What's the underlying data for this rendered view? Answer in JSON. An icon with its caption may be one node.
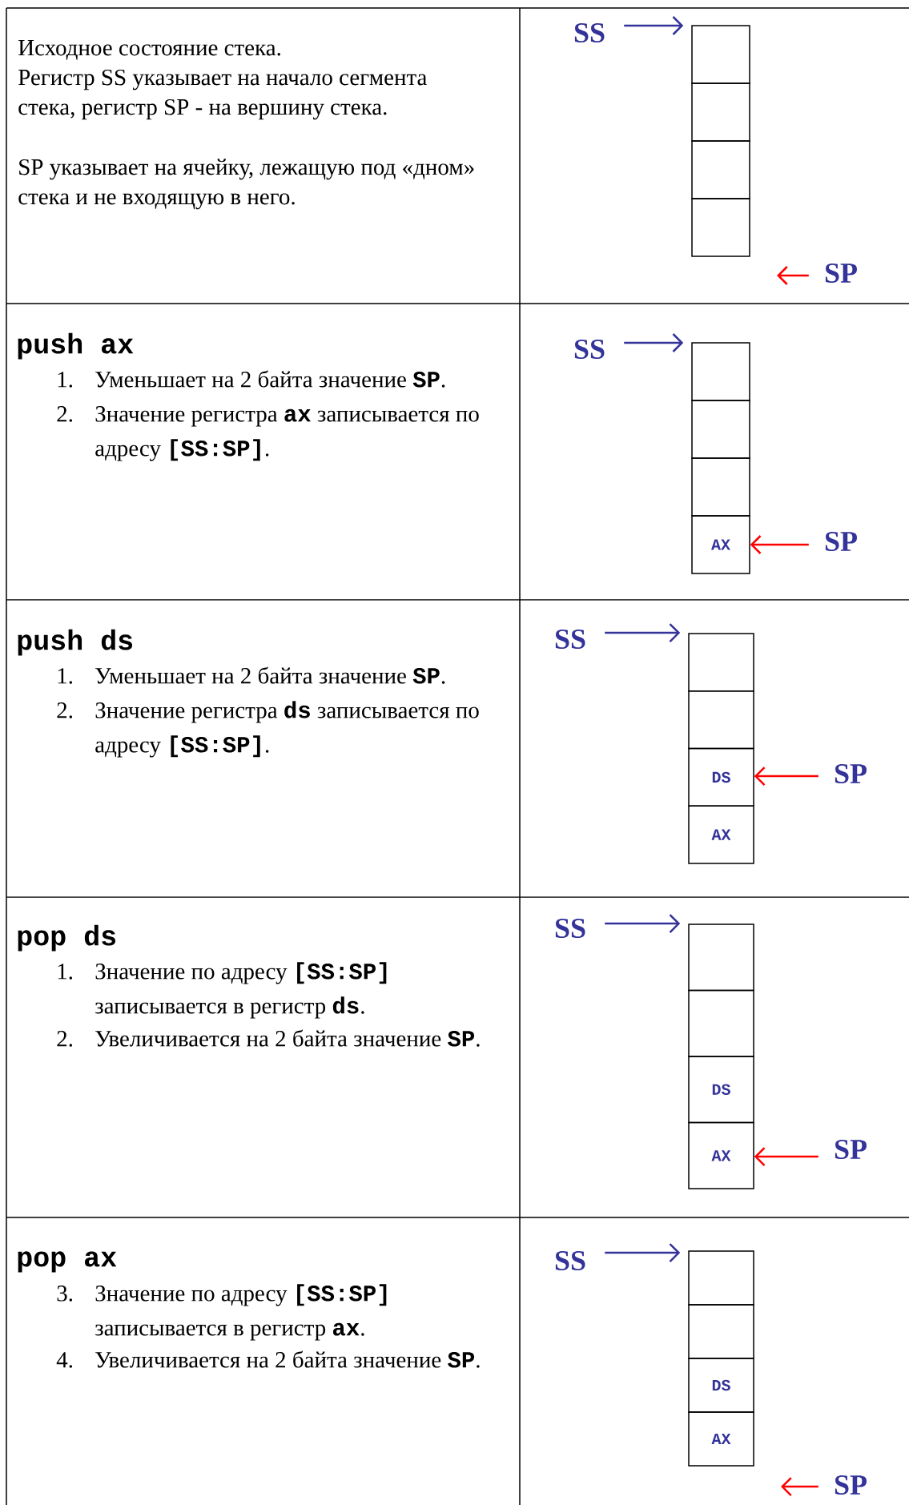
{
  "diagram": {
    "nodes": [
      {
        "text": [
          "SS"
        ]
      },
      {
        "text": [],
        "shape": "box"
      },
      {
        "text": [],
        "shape": "box"
      },
      {
        "text": [],
        "shape": "box"
      },
      {
        "text": [],
        "shape": "box"
      },
      {
        "text": [
          "SP"
        ]
      },
      {
        "text": [
          "SS"
        ]
      },
      {
        "text": [],
        "shape": "box"
      },
      {
        "text": [],
        "shape": "box"
      },
      {
        "text": [],
        "shape": "box"
      },
      {
        "text": [
          "AX"
        ]
      },
      {
        "text": [
          "SP"
        ]
      },
      {
        "text": [
          "SS"
        ]
      },
      {
        "text": [],
        "shape": "box"
      },
      {
        "text": [],
        "shape": "box"
      },
      {
        "text": [
          "DS"
        ]
      },
      {
        "text": [
          "AX"
        ]
      },
      {
        "text": [
          "SP"
        ]
      },
      {
        "text": [
          "SS"
        ]
      },
      {
        "text": [],
        "shape": "box"
      },
      {
        "text": [],
        "shape": "box"
      },
      {
        "text": [
          "DS"
        ]
      },
      {
        "text": [
          "AX"
        ]
      },
      {
        "text": [
          "SP"
        ]
      },
      {
        "text": [
          "SS"
        ]
      },
      {
        "text": [],
        "shape": "box"
      },
      {
        "text": [],
        "shape": "box"
      },
      {
        "text": [
          "DS"
        ]
      },
      {
        "text": [
          "AX"
        ]
      },
      {
        "text": [
          "SP"
        ]
      }
    ],
    "edges": [
      {
        "from": 0,
        "to": 1,
        "arrow": "to"
      },
      {
        "from": 5,
        "to": null,
        "arrow": "to",
        "color": "#ff0000"
      },
      {
        "from": 6,
        "to": 7,
        "arrow": "to"
      },
      {
        "from": 11,
        "to": 10,
        "arrow": "to",
        "color": "#ff0000"
      },
      {
        "from": 12,
        "to": 13,
        "arrow": "to"
      },
      {
        "from": 17,
        "to": 15,
        "arrow": "to",
        "color": "#ff0000"
      },
      {
        "from": 18,
        "to": 19,
        "arrow": "to"
      },
      {
        "from": 23,
        "to": 22,
        "arrow": "to",
        "color": "#ff0000"
      },
      {
        "from": 24,
        "to": 25,
        "arrow": "to"
      },
      {
        "from": 29,
        "to": null,
        "arrow": "to",
        "color": "#ff0000"
      }
    ],
    "labels": [
      "Исходное состояние стека.",
      "Регистр SS указывает на начало сегмента стека, регистр SP - на вершину стека.",
      "SP указывает на ячейку, лежащую под «дном» стека и не входящую в него.",
      "push ax",
      "1.",
      "Уменьшает на 2 байта значение **SP**.",
      "2.",
      "Значение регистра **ax** записывается по адресу **[SS:SP]**.",
      "push ds",
      "1.",
      "Уменьшает на 2 байта значение **SP**.",
      "2.",
      "Значение регистра **ds** записывается по адресу **[SS:SP]**.",
      "pop ds",
      "1.",
      "Значение по адресу **[SS:SP]** записывается в регистр **ds**.",
      "2.",
      "Увеличивается на 2 байта значение **SP**.",
      "pop ax",
      "3.",
      "Значение по адресу **[SS:SP]** записывается в регистр **ax**.",
      "4.",
      "Увеличивается на 2 байта значение **SP**."
    ]
  }
}
